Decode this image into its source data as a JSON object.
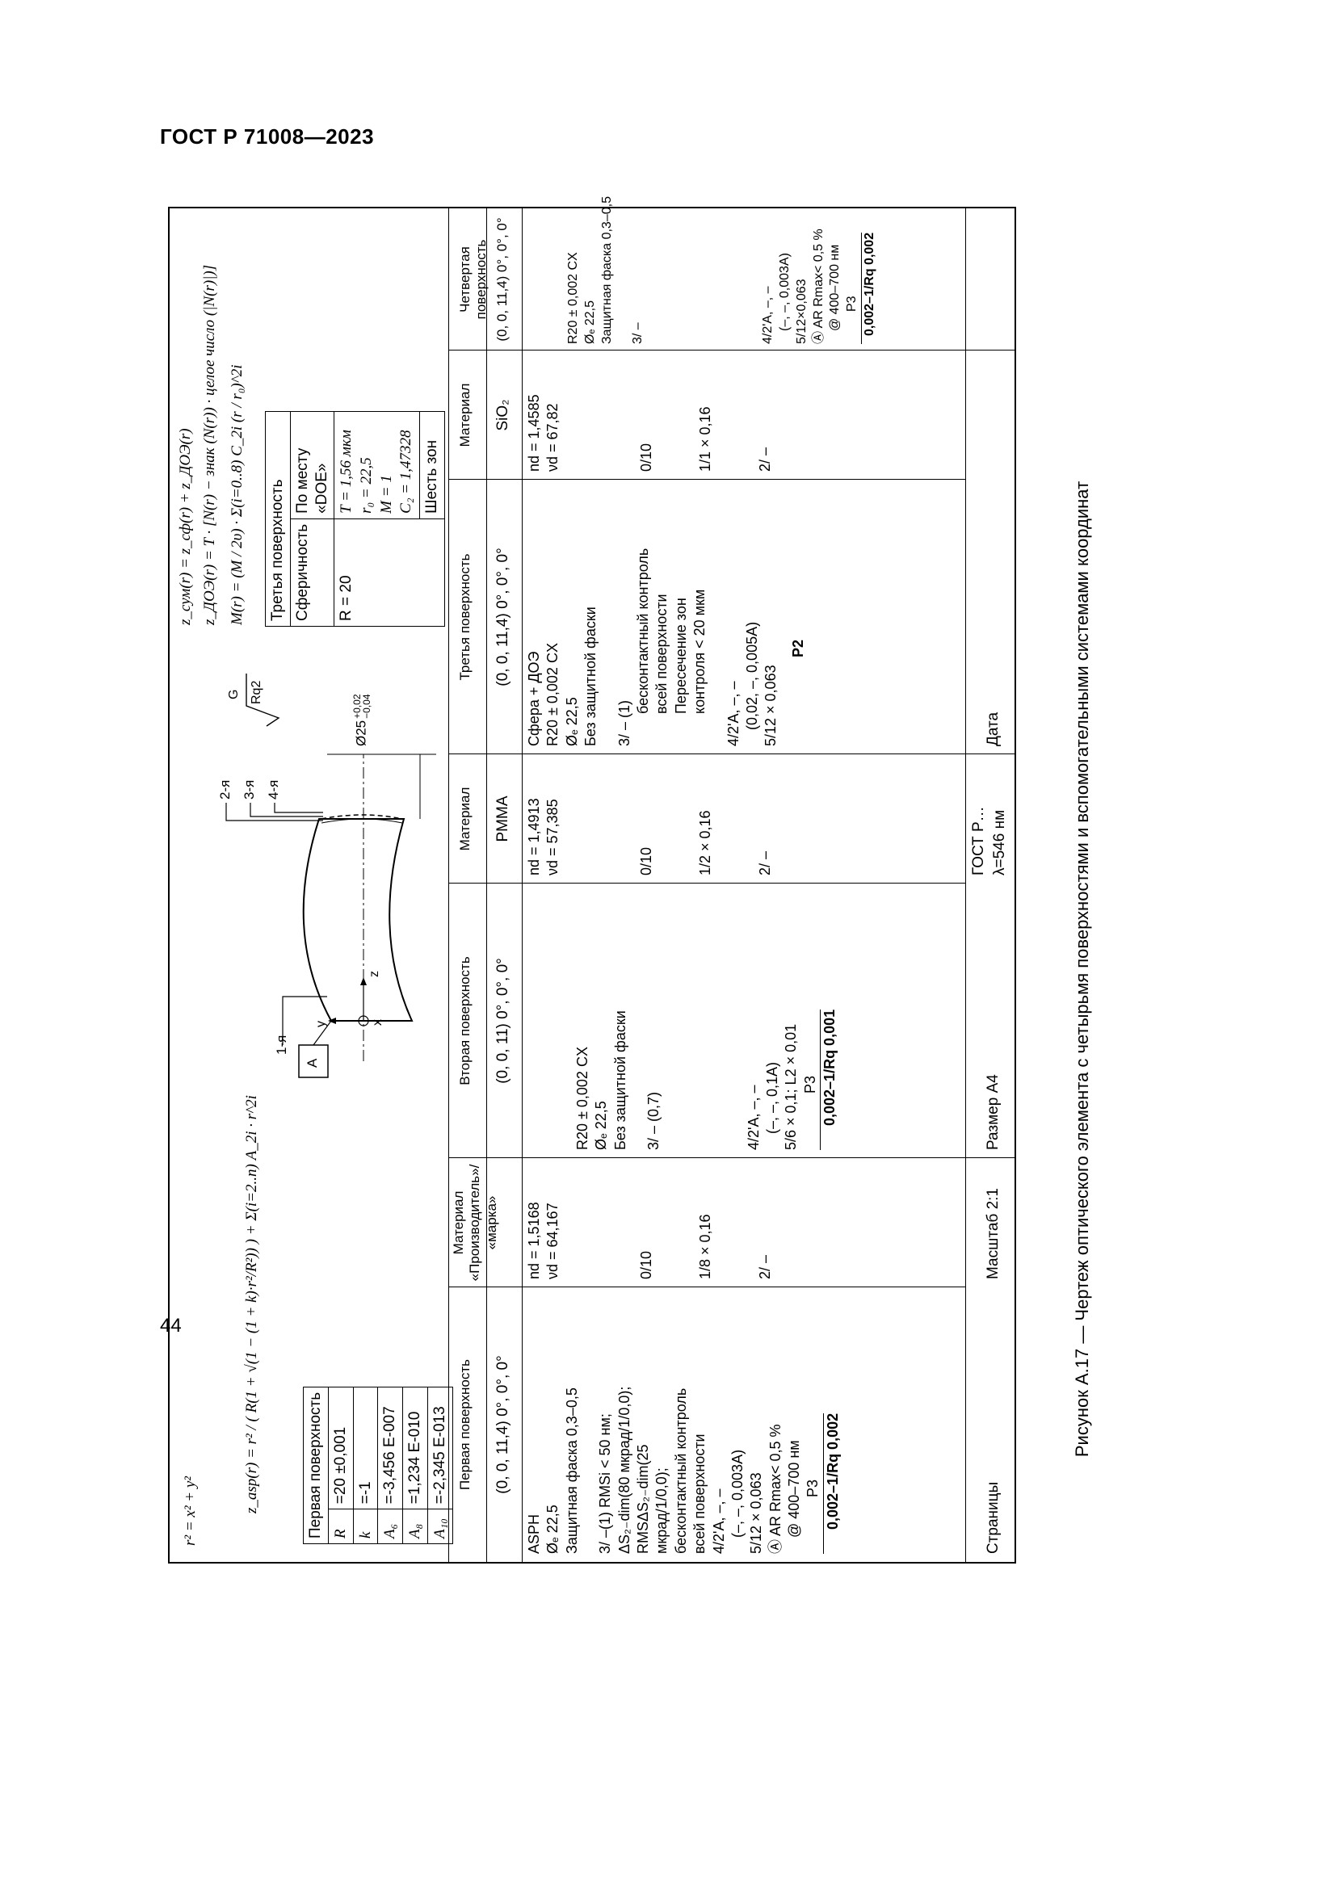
{
  "doc": {
    "header": "ГОСТ Р 71008—2023",
    "page_number": "44",
    "caption": "Рисунок А.17 — Чертеж оптического элемента с четырьмя поверхностями и вспомогательными системами координат"
  },
  "formulas": {
    "r2": "r² = x² + y²",
    "zasp": "z_asp(r) = r² / ( R(1 + √(1 − (1 + k)·r²/R²)) ) + Σ(i=2..n) A_2i · r^2i",
    "zsum": "z_сум(r) = z_сф(r) + z_ДОЭ(r)",
    "zdoe": "z_ДОЭ(r) = T · [N(r) − знак (N(r)) · целое число (|N(r)|)]",
    "mr": "M(r) = (M / 2υ) · Σ(i=0..8) C_2i (r / r₀)^2i"
  },
  "first_surface_box": {
    "title": "Первая поверхность",
    "rows": [
      {
        "sym": "R",
        "val": "=20 ±0,001"
      },
      {
        "sym": "k",
        "val": "=-1"
      },
      {
        "sym": "A₆",
        "val": "=-3,456 E-007"
      },
      {
        "sym": "A₈",
        "val": "=1,234 E-010"
      },
      {
        "sym": "A₁₀",
        "val": "=-2,345 E-013"
      }
    ]
  },
  "third_surface_box": {
    "title": "Третья поверхность",
    "col1_head": "Сферичность",
    "col2_head": "По месту «DOE»",
    "col1_val": "R = 20",
    "col2_vals": [
      "T = 1,56 мкм",
      "r₀ = 22,5",
      "M = 1",
      "C₂ = 1,47328"
    ],
    "zones": "Шесть зон"
  },
  "drawing": {
    "label_1": "1-я",
    "label_2": "2-я",
    "label_3": "3-я",
    "label_4": "4-я",
    "datum": "A",
    "axis_x": "x",
    "axis_y": "y",
    "axis_z": "z",
    "dim_base": "Ø25",
    "dim_upper": "+0,02",
    "dim_lower": "−0,04",
    "finish_letter": "G",
    "finish_value": "Rq2"
  },
  "table": {
    "headers": [
      "Первая поверхность",
      "Материал «Производитель»/ «марка»",
      "Вторая поверхность",
      "Материал",
      "Третья поверхность",
      "Материал",
      "Четвертая поверхность"
    ],
    "coords": [
      "(0, 0, 11,4) 0°, 0°, 0°",
      "",
      "(0, 0, 11) 0°, 0°, 0°",
      "",
      "(0, 0, 11,4) 0°, 0°, 0°",
      "SiO₂",
      "(0, 0, 11,4) 0°, 0°, 0°"
    ],
    "mat2_value": "PMMA",
    "col_surface1": [
      "ASPH",
      "Øₑ 22,5",
      "Защитная фаска 0,3–0,5",
      "",
      "3/ –(1) RMSi < 50 нм;",
      "ΔS₂₋dim(80 мкрад/1/0,0);",
      "RMSΔS₂₋dim(25",
      "мкрад/1/0,0);",
      "бесконтактный контроль",
      "всей поверхности",
      "4/2'A, –, –",
      "(–, –, 0,003A)",
      "5/12 × 0,063",
      "Ⓐ AR Rmax< 0,5 %",
      "@ 400–700 нм",
      "P3",
      "0,002–1/Rq 0,002"
    ],
    "col_mat1": [
      "nd = 1,5168",
      "νd = 64,167",
      "0/10",
      "1/8 × 0,16",
      "2/ –"
    ],
    "col_surface2": [
      "R20 ± 0,002     CX",
      "Øₑ 22,5",
      "Без защитной фаски",
      "3/ – (0,7)",
      "4/2'A, –, –",
      "(–, –, 0,1A)",
      "5/6 × 0,1; L2 × 0,01",
      "P3",
      "0,002–1/Rq 0,001"
    ],
    "col_mat2": [
      "nd = 1,4913",
      "νd = 57,385",
      "0/10",
      "1/2 × 0,16",
      "2/ –"
    ],
    "col_surface3": [
      "Сфера + ДОЭ",
      "R20 ± 0,002     CX",
      "Øₑ 22,5",
      "Без защитной фаски",
      "3/ – (1)",
      "бесконтактный контроль",
      "всей поверхности",
      "Пересечение зон",
      "контроля < 20 мкм",
      "4/2'A, –, –",
      "(0,02, –, 0,005A)",
      "5/12 × 0,063",
      "P2"
    ],
    "col_mat3": [
      "nd = 1,4585",
      "νd = 67,82",
      "0/10",
      "1/1 × 0,16",
      "2/ –"
    ],
    "col_surface4": [
      "R20 ± 0,002     CX",
      "Øₑ 22,5",
      "Защитная фаска 0,3–0,5",
      "3/ –",
      "4/2'A, –, –",
      "(–, –, 0,003A)",
      "5/12×0,063",
      "Ⓐ AR Rmax< 0,5 %",
      "@ 400–700 нм",
      "P3",
      "0,002–1/Rq 0,002"
    ]
  },
  "title_block": {
    "pages": "Страницы",
    "scale": "Масштаб 2:1",
    "size": "Размер A4",
    "gost": "ГОСТ Р…",
    "lambda": "λ=546 нм",
    "date": "Дата"
  }
}
